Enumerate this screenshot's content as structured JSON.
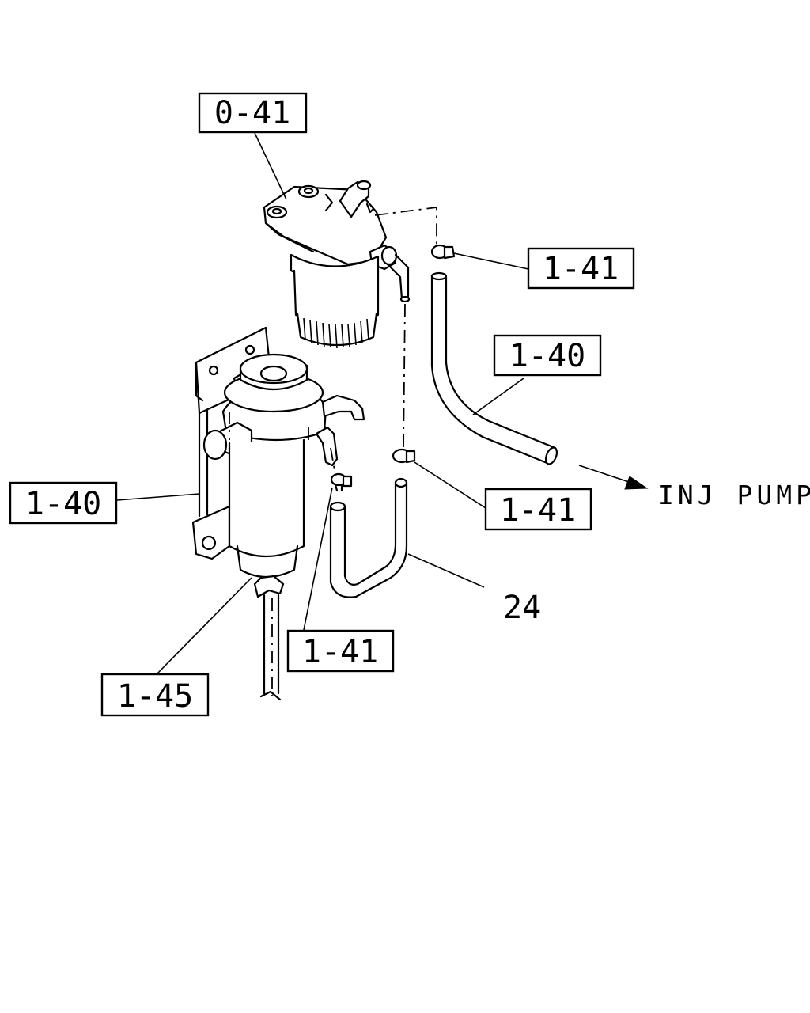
{
  "callouts": {
    "c_0_41": "0-41",
    "c_1_41_top": "1-41",
    "c_1_40_right": "1-40",
    "c_1_40_left": "1-40",
    "c_1_41_mid": "1-41",
    "c_1_41_bottom": "1-41",
    "c_1_45": "1-45"
  },
  "annotations": {
    "part_24": "24",
    "direction_label": "INJ PUMP"
  }
}
